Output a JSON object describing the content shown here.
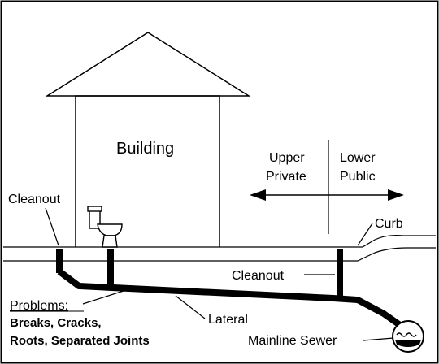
{
  "labels": {
    "building": "Building",
    "cleanout_left": "Cleanout",
    "cleanout_right": "Cleanout",
    "upper": "Upper",
    "private": "Private",
    "lower": "Lower",
    "public": "Public",
    "curb": "Curb",
    "problems_heading": "Problems:",
    "problems_line1": "Breaks, Cracks,",
    "problems_line2": "Roots, Separated Joints",
    "lateral": "Lateral",
    "mainline_sewer": "Mainline Sewer"
  }
}
